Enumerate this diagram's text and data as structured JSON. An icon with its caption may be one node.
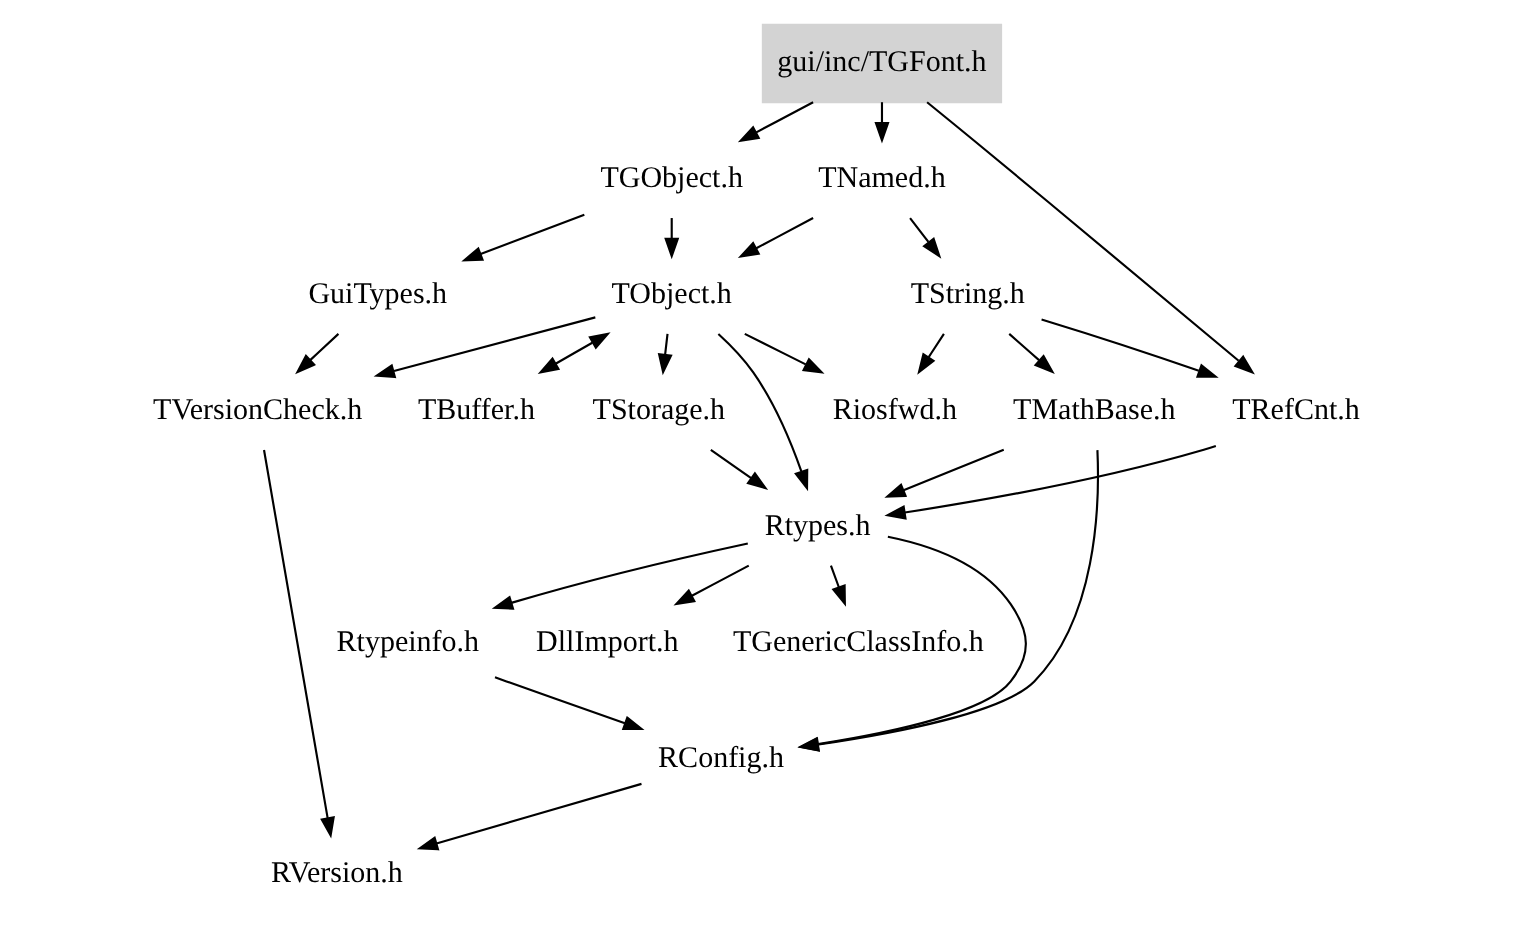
{
  "diagram": {
    "nodes": [
      {
        "text": [
          "gui/inc/TGFont.h"
        ]
      },
      {
        "text": [
          "TGObject.h"
        ]
      },
      {
        "text": [
          "TNamed.h"
        ]
      },
      {
        "text": [
          "GuiTypes.h"
        ]
      },
      {
        "text": [
          "TObject.h"
        ]
      },
      {
        "text": [
          "TString.h"
        ]
      },
      {
        "text": [
          "TStorage.h"
        ]
      },
      {
        "text": [
          "TBuffer.h"
        ]
      },
      {
        "text": [
          "Riosfwd.h"
        ]
      },
      {
        "text": [
          "TMathBase.h"
        ]
      },
      {
        "text": [
          "TRefCnt.h"
        ]
      },
      {
        "text": [
          "TVersionCheck.h"
        ]
      },
      {
        "text": [
          "Rtypes.h"
        ]
      },
      {
        "text": [
          "Rtypeinfo.h"
        ]
      },
      {
        "text": [
          "DllImport.h"
        ]
      },
      {
        "text": [
          "TGenericClassInfo.h"
        ]
      },
      {
        "text": [
          "RConfig.h"
        ]
      },
      {
        "text": [
          "RVersion.h"
        ]
      }
    ],
    "edges": [
      {
        "from": 0,
        "to": 1,
        "arrow": "to"
      },
      {
        "from": 0,
        "to": 2,
        "arrow": "to"
      },
      {
        "from": 0,
        "to": 10,
        "arrow": "to"
      },
      {
        "from": 1,
        "to": 3,
        "arrow": "to"
      },
      {
        "from": 1,
        "to": 4,
        "arrow": "to"
      },
      {
        "from": 2,
        "to": 4,
        "arrow": "to"
      },
      {
        "from": 2,
        "to": 5,
        "arrow": "to"
      },
      {
        "from": 3,
        "to": 11,
        "arrow": "to"
      },
      {
        "from": 4,
        "to": 6,
        "arrow": "to"
      },
      {
        "from": 4,
        "to": 7,
        "arrow": "both"
      },
      {
        "from": 4,
        "to": 8,
        "arrow": "to"
      },
      {
        "from": 4,
        "to": 12,
        "arrow": "to"
      },
      {
        "from": 4,
        "to": 11,
        "arrow": "to"
      },
      {
        "from": 5,
        "to": 8,
        "arrow": "to"
      },
      {
        "from": 5,
        "to": 9,
        "arrow": "to"
      },
      {
        "from": 5,
        "to": 10,
        "arrow": "to"
      },
      {
        "from": 6,
        "to": 12,
        "arrow": "to"
      },
      {
        "from": 9,
        "to": 12,
        "arrow": "to"
      },
      {
        "from": 9,
        "to": 16,
        "arrow": "to"
      },
      {
        "from": 10,
        "to": 12,
        "arrow": "to"
      },
      {
        "from": 12,
        "to": 13,
        "arrow": "to"
      },
      {
        "from": 12,
        "to": 14,
        "arrow": "to"
      },
      {
        "from": 12,
        "to": 15,
        "arrow": "to"
      },
      {
        "from": 12,
        "to": 16,
        "arrow": "to"
      },
      {
        "from": 11,
        "to": 17,
        "arrow": "to"
      },
      {
        "from": 13,
        "to": 16,
        "arrow": "to"
      },
      {
        "from": 16,
        "to": 17,
        "arrow": "to"
      }
    ]
  }
}
